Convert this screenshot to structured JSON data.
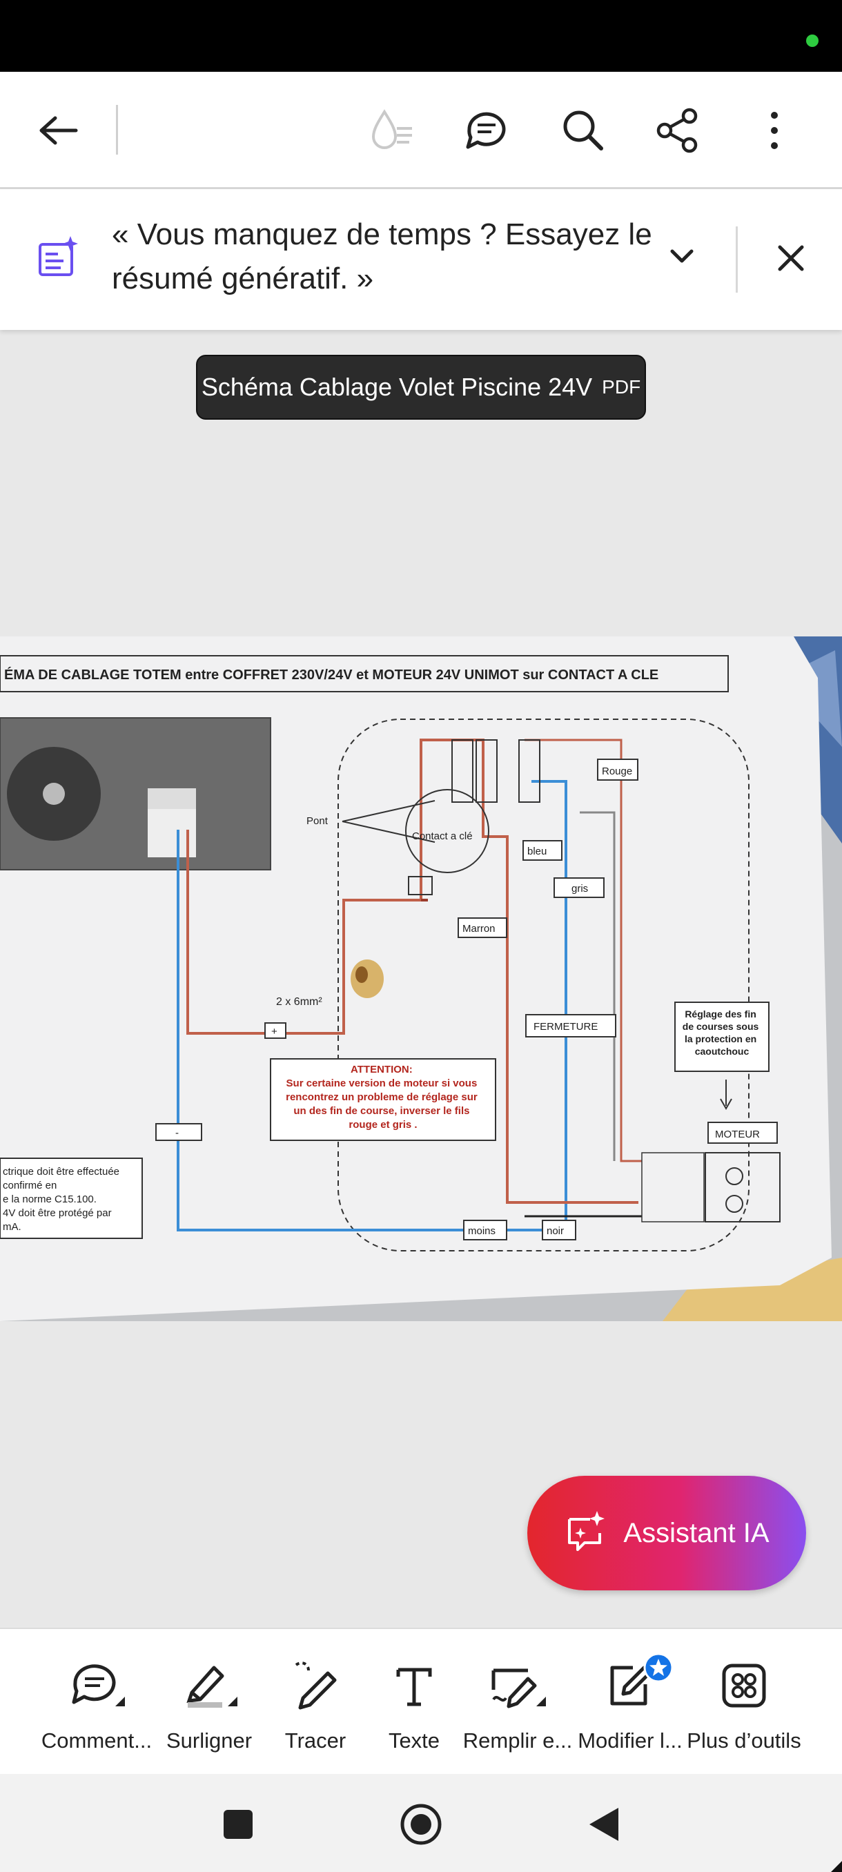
{
  "banner": {
    "text": "« Vous manquez de temps ? Essayez le résumé génératif. »"
  },
  "document": {
    "title": "Schéma Cablage Volet Piscine 24V",
    "type_badge": "PDF",
    "scan": {
      "header": "ÉMA DE CABLAGE TOTEM entre COFFRET 230V/24V et MOTEUR 24V UNIMOT sur CONTACT A CLE",
      "labels": {
        "rouge": "Rouge",
        "pont": "Pont",
        "contact": "Contact a clé",
        "bleu": "bleu",
        "gris": "gris",
        "marron": "Marron",
        "cable": "2 x 6mm²",
        "fermeture": "FERMETURE",
        "moteur": "MOTEUR",
        "moins": "moins",
        "noir": "noir",
        "plus": "+",
        "minus": "-"
      },
      "attention": [
        "ATTENTION:",
        "Sur certaine version de moteur si vous",
        "rencontrez un probleme de réglage sur",
        "un des fin de course, inverser le fils",
        "rouge et gris ."
      ],
      "reglage": [
        "Réglage des fin",
        "de courses sous",
        "la protection en",
        "caoutchouc"
      ],
      "note": [
        "ctrique doit être effectuée",
        "confirmé en",
        "e la norme C15.100.",
        "4V doit être protégé par",
        "mA."
      ]
    }
  },
  "fab": {
    "label": "Assistant IA"
  },
  "tools": [
    {
      "label": "Comment..."
    },
    {
      "label": "Surligner"
    },
    {
      "label": "Tracer"
    },
    {
      "label": "Texte"
    },
    {
      "label": "Remplir e..."
    },
    {
      "label": "Modifier l..."
    },
    {
      "label": "Plus d’outils"
    }
  ],
  "colors": {
    "accent_gradient_start": "#e3262d",
    "accent_gradient_end": "#8a4ff0",
    "badge_blue": "#1473e6"
  }
}
